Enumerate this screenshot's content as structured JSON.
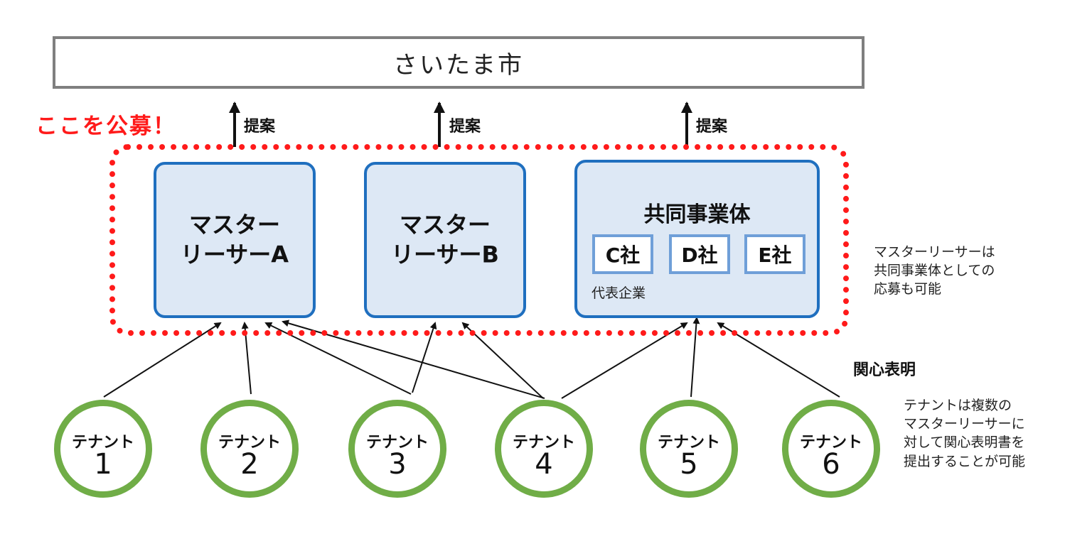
{
  "city": {
    "label": "さいたま市"
  },
  "recruit_label": "ここを公募！",
  "proposals": [
    "提案",
    "提案",
    "提案"
  ],
  "lessors": [
    {
      "id": "master-lessor-a",
      "name": "マスター\nリーサーA"
    },
    {
      "id": "master-lessor-b",
      "name": "マスター\nリーサーB"
    }
  ],
  "consortium": {
    "title": "共同事業体",
    "members": [
      "C社",
      "D社",
      "E社"
    ],
    "representative_label": "代表企業"
  },
  "notes": {
    "consortium_note": "マスターリーサーは\n共同事業体としての\n応募も可能",
    "interest_label": "関心表明",
    "tenant_note": "テナントは複数の\nマスターリーサーに\n対して関心表明書を\n提出することが可能"
  },
  "tenants": [
    {
      "label": "テナント",
      "number": "1"
    },
    {
      "label": "テナント",
      "number": "2"
    },
    {
      "label": "テナント",
      "number": "3"
    },
    {
      "label": "テナント",
      "number": "4"
    },
    {
      "label": "テナント",
      "number": "5"
    },
    {
      "label": "テナント",
      "number": "6"
    }
  ],
  "colors": {
    "city_border": "#7f7f7f",
    "recruit_red": "#ff1a1a",
    "lessor_fill": "#dde8f5",
    "lessor_border": "#1f6fbf",
    "member_border": "#6f9fd8",
    "tenant_ring": "#70ad47"
  },
  "edges": [
    {
      "from": "tenant-1",
      "to": "master-lessor-a"
    },
    {
      "from": "tenant-2",
      "to": "master-lessor-a"
    },
    {
      "from": "tenant-3",
      "to": "master-lessor-a"
    },
    {
      "from": "tenant-3",
      "to": "master-lessor-b"
    },
    {
      "from": "tenant-4",
      "to": "master-lessor-a"
    },
    {
      "from": "tenant-4",
      "to": "master-lessor-b"
    },
    {
      "from": "tenant-4",
      "to": "consortium"
    },
    {
      "from": "tenant-5",
      "to": "consortium"
    },
    {
      "from": "tenant-6",
      "to": "consortium"
    },
    {
      "from": "master-lessor-a",
      "to": "city"
    },
    {
      "from": "master-lessor-b",
      "to": "city"
    },
    {
      "from": "consortium",
      "to": "city"
    }
  ]
}
